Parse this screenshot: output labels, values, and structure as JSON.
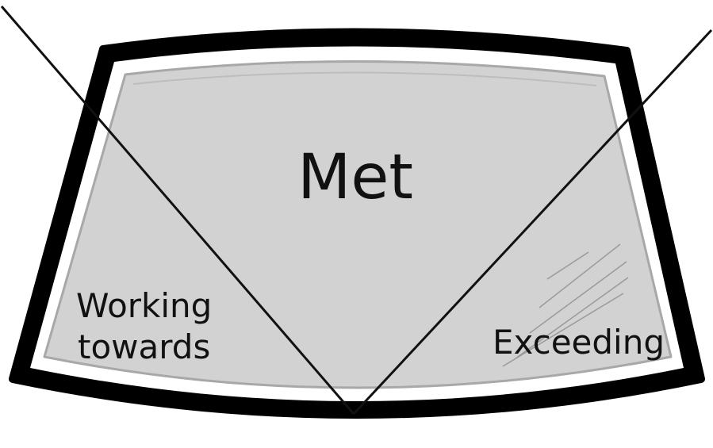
{
  "diagram": {
    "zones": {
      "center": {
        "label": "Met"
      },
      "left": {
        "line1": "Working",
        "line2": "towards"
      },
      "right": {
        "label": "Exceeding"
      }
    },
    "colors": {
      "frame": "#000000",
      "gap": "#ffffff",
      "glass": "#d2d2d2",
      "glass_edge": "#a8a8a8",
      "lines": "#111111",
      "text": "#111111",
      "glare": "#9a9a9a"
    },
    "icons": {
      "background": "car-windshield-icon"
    }
  }
}
